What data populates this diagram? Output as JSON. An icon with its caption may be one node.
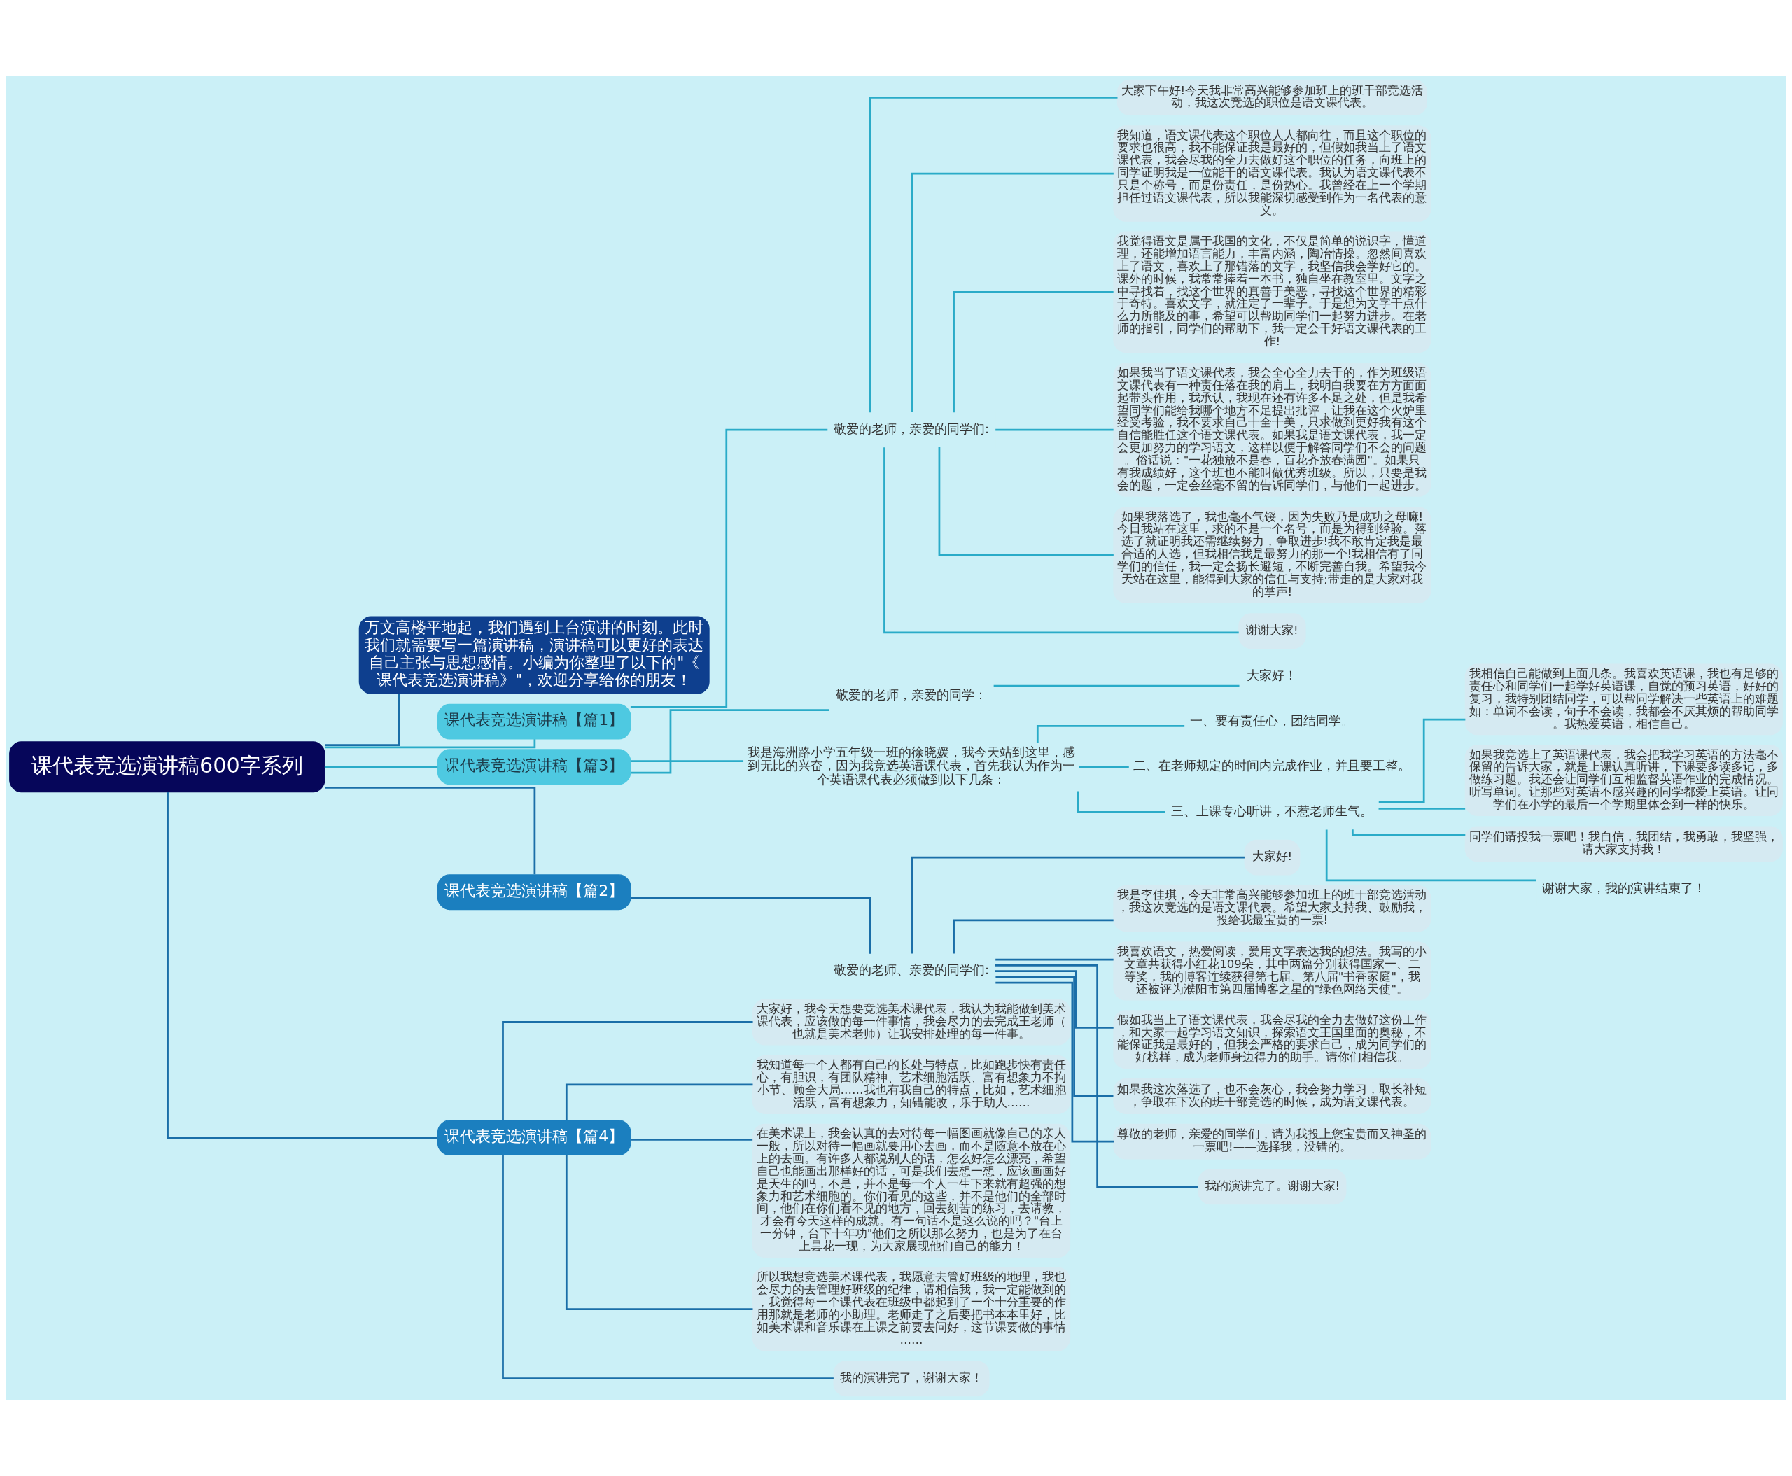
{
  "diagram": {
    "nodes": [
      {
        "text": [
          "课代表竞选演讲稿600字系列"
        ]
      },
      {
        "text": [
          "万文高楼平地起，我们遇到上台演讲的时刻。此时我们就需要写一篇演讲稿，演讲稿可以更好的表达自己主张与思想感情。小编为你整理了以下的\"《课代表竞选演讲稿》\"，欢迎分享给你的朋友！"
        ]
      },
      {
        "text": [
          "课代表竞选演讲稿【篇1】"
        ]
      },
      {
        "text": [
          "敬爱的老师，亲爱的同学们:"
        ]
      },
      {
        "text": [
          "大家下午好!今天我非常高兴能够参加班上的班干部竞选活动，我这次竞选的职位是语文课代表。"
        ]
      },
      {
        "text": [
          "我知道，语文课代表这个职位人人都向往，而且这个职位的要求也很高，我不能保证我是最好的，但假如我当上了语文课代表，我会尽我的全力去做好这个职位的任务，向班上的同学证明我是一位能干的语文课代表。我认为语文课代表不只是个称号，而是份责任，是份热心。我曾经在上一个学期担任过语文课代表，所以我能深切感受到作为一名代表的意义。"
        ]
      },
      {
        "text": [
          "我觉得语文是属于我国的文化，不仅是简单的说识字，懂道理，还能增加语言能力，丰富内涵，陶冶情操。忽然间喜欢上了语文，喜欢上了那错落的文字，我坚信我会学好它的。课外的时候，我常常捧着一本书，独自坐在教室里。文字之中寻找着，找这个世界的真善于美恶，寻找这个世界的精彩于奇特。喜欢文字，就注定了一辈子。于是想为文字干点什么力所能及的事，希望可以帮助同学们一起努力进步。在老师的指引，同学们的帮助下，我一定会干好语文课代表的工作!"
        ]
      },
      {
        "text": [
          "如果我当了语文课代表，我会全心全力去干的，作为班级语文课代表有一种责任落在我的肩上，我明白我要在方方面面起带头作用，我承认，我现在还有许多不足之处，但是我希望同学们能给我哪个地方不足提出批评，让我在这个火炉里经受考验，我不要求自己十全十美，只求做到更好我有这个自信能胜任这个语文课代表。如果我是语文课代表，我一定会更加努力的学习语文，这样以便于解答同学们不会的问题。俗话说：\"一花独放不是春，百花齐放春满园\"。如果只有我成绩好，这个班也不能叫做优秀班级。所以，只要是我会的题，一定会丝毫不留的告诉同学们，与他们一起进步。"
        ]
      },
      {
        "text": [
          "如果我落选了，我也毫不气馁，因为失败乃是成功之母嘛!今日我站在这里，求的不是一个名号，而是为得到经验。落选了就证明我还需继续努力，争取进步!我不敢肯定我是最合适的人选，但我相信我是最努力的那一个!我相信有了同学们的信任，我一定会扬长避短，不断完善自我。希望我今天站在这里，能得到大家的信任与支持;带走的是大家对我的掌声!"
        ]
      },
      {
        "text": [
          "谢谢大家!"
        ]
      },
      {
        "text": [
          "课代表竞选演讲稿【篇3】"
        ]
      },
      {
        "text": [
          "敬爱的老师，亲爱的同学："
        ]
      },
      {
        "text": [
          "大家好！"
        ]
      },
      {
        "text": [
          "我是海洲路小学五年级一班的徐晓媛，我今天站到这里，感到无比的兴奋，因为我竞选英语课代表，首先我认为作为一个英语课代表必须做到以下几条："
        ]
      },
      {
        "text": [
          "一、要有责任心，团结同学。"
        ]
      },
      {
        "text": [
          "二、在老师规定的时间内完成作业，并且要工整。"
        ]
      },
      {
        "text": [
          "三、上课专心听讲，不惹老师生气。"
        ]
      },
      {
        "text": [
          "我相信自己能做到上面几条。我喜欢英语课，我也有足够的责任心和同学们一起学好英语课，自觉的预习英语，好好的复习，我特别团结同学，可以帮同学解决一些英语上的难题如：单词不会读，句子不会读，我都会不厌其烦的帮助同学。我热爱英语，相信自己。"
        ]
      },
      {
        "text": [
          "如果我竞选上了英语课代表，我会把我学习英语的方法毫不保留的告诉大家，就是上课认真听讲，下课要多读多记，多做练习题。我还会让同学们互相监督英语作业的完成情况。听写单词。让那些对英语不感兴趣的同学都爱上英语。让同学们在小学的最后一个学期里体会到一样的快乐。"
        ]
      },
      {
        "text": [
          "同学们请投我一票吧！我自信，我团结，我勇敢，我坚强，请大家支持我！"
        ]
      },
      {
        "text": [
          "谢谢大家，我的演讲结束了！"
        ]
      },
      {
        "text": [
          "课代表竞选演讲稿【篇2】"
        ]
      },
      {
        "text": [
          "敬爱的老师、亲爱的同学们:"
        ]
      },
      {
        "text": [
          "大家好!"
        ]
      },
      {
        "text": [
          "我是李佳琪，今天非常高兴能够参加班上的班干部竞选活动，我这次竞选的是语文课代表。希望大家支持我、鼓励我，投给我最宝贵的一票!"
        ]
      },
      {
        "text": [
          "我喜欢语文，热爱阅读，爱用文字表达我的想法。我写的小文章共获得小红花109朵，其中两篇分别获得国家一、二等奖，我的博客连续获得第七届、第八届\"书香家庭\"，我还被评为濮阳市第四届博客之星的\"绿色网络天使\"。"
        ]
      },
      {
        "text": [
          "假如我当上了语文课代表，我会尽我的全力去做好这份工作，和大家一起学习语文知识，探索语文王国里面的奥秘，不能保证我是最好的，但我会严格的要求自己，成为同学们的好榜样，成为老师身边得力的助手。请你们相信我。"
        ]
      },
      {
        "text": [
          "如果我这次落选了，也不会灰心，我会努力学习，取长补短，争取在下次的班干部竞选的时候，成为语文课代表。"
        ]
      },
      {
        "text": [
          "尊敬的老师，亲爱的同学们，请为我投上您宝贵而又神圣的一票吧!——选择我，没错的。"
        ]
      },
      {
        "text": [
          "我的演讲完了。谢谢大家!"
        ]
      },
      {
        "text": [
          "课代表竞选演讲稿【篇4】"
        ]
      },
      {
        "text": [
          "大家好，我今天想要竞选美术课代表，我认为我能做到美术课代表，应该做的每一件事情，我会尽力的去完成王老师（也就是美术老师）让我安排处理的每一件事。"
        ]
      },
      {
        "text": [
          "我知道每一个人都有自己的长处与特点，比如跑步快有责任心，有胆识，有团队精神、艺术细胞活跃、富有想象力不拘小节、顾全大局……我也有我自己的特点，比如，艺术细胞活跃，富有想象力，知错能改，乐于助人……"
        ]
      },
      {
        "text": [
          "在美术课上，我会认真的去对待每一幅图画就像自己的亲人一般，所以对待一幅画就要用心去画，而不是随意不放在心上的去画。有许多人都说别人的话，怎么好怎么漂亮，希望自己也能画出那样好的话，可是我们去想一想，应该画画好是天生的吗，不是，并不是每一个人一生下来就有超强的想象力和艺术细胞的。你们看见的这些，并不是他们的全部时间，他们在你们看不见的地方，回去刻苦的练习，去请教，才会有今天这样的成就。有一句话不是这么说的吗？\"台上一分钟，台下十年功\"他们之所以那么努力，也是为了在台上昙花一现，为大家展现他们自己的能力！"
        ]
      },
      {
        "text": [
          "所以我想竞选美术课代表，我愿意去管好班级的地理，我也会尽力的去管理好班级的纪律，请相信我，我一定能做到的，我觉得每一个课代表在班级中都起到了一个十分重要的作用那就是老师的小助理。老师走了之后要把书本本里好，比如美术课和音乐课在上课之前要去问好，这节课要做的事情……"
        ]
      },
      {
        "text": [
          "我的演讲完了，谢谢大家！"
        ]
      }
    ],
    "edges": [
      {
        "from": 0,
        "to": 1,
        "arrow": "none",
        "color": "#1a6ea8"
      },
      {
        "from": 0,
        "to": 2,
        "arrow": "none"
      },
      {
        "from": 2,
        "to": 3,
        "arrow": "none"
      },
      {
        "from": 3,
        "to": 4,
        "arrow": "none"
      },
      {
        "from": 3,
        "to": 5,
        "arrow": "none"
      },
      {
        "from": 3,
        "to": 6,
        "arrow": "none"
      },
      {
        "from": 3,
        "to": 7,
        "arrow": "none"
      },
      {
        "from": 3,
        "to": 8,
        "arrow": "none"
      },
      {
        "from": 3,
        "to": 9,
        "arrow": "none"
      },
      {
        "from": 0,
        "to": 10,
        "arrow": "none"
      },
      {
        "from": 10,
        "to": 11,
        "arrow": "none"
      },
      {
        "from": 11,
        "to": 12,
        "arrow": "none"
      },
      {
        "from": 10,
        "to": 13,
        "arrow": "none"
      },
      {
        "from": 13,
        "to": 14,
        "arrow": "none"
      },
      {
        "from": 13,
        "to": 15,
        "arrow": "none"
      },
      {
        "from": 13,
        "to": 16,
        "arrow": "none"
      },
      {
        "from": 16,
        "to": 17,
        "arrow": "none"
      },
      {
        "from": 16,
        "to": 18,
        "arrow": "none"
      },
      {
        "from": 16,
        "to": 19,
        "arrow": "none"
      },
      {
        "from": 16,
        "to": 20,
        "arrow": "none"
      },
      {
        "from": 0,
        "to": 21,
        "arrow": "none",
        "color": "#1a6ea8"
      },
      {
        "from": 21,
        "to": 22,
        "arrow": "none",
        "color": "#1a6ea8"
      },
      {
        "from": 22,
        "to": 23,
        "arrow": "none",
        "color": "#1a6ea8"
      },
      {
        "from": 22,
        "to": 24,
        "arrow": "none",
        "color": "#1a6ea8"
      },
      {
        "from": 22,
        "to": 25,
        "arrow": "none",
        "color": "#1a6ea8"
      },
      {
        "from": 22,
        "to": 26,
        "arrow": "none",
        "color": "#1a6ea8"
      },
      {
        "from": 22,
        "to": 27,
        "arrow": "none",
        "color": "#1a6ea8"
      },
      {
        "from": 22,
        "to": 28,
        "arrow": "none",
        "color": "#1a6ea8"
      },
      {
        "from": 22,
        "to": 29,
        "arrow": "none",
        "color": "#1a6ea8"
      },
      {
        "from": 0,
        "to": 30,
        "arrow": "none",
        "color": "#1a6ea8"
      },
      {
        "from": 30,
        "to": 31,
        "arrow": "none",
        "color": "#1a6ea8"
      },
      {
        "from": 30,
        "to": 32,
        "arrow": "none",
        "color": "#1a6ea8"
      },
      {
        "from": 30,
        "to": 33,
        "arrow": "none",
        "color": "#1a6ea8"
      },
      {
        "from": 30,
        "to": 34,
        "arrow": "none",
        "color": "#1a6ea8"
      },
      {
        "from": 30,
        "to": 35,
        "arrow": "none",
        "color": "#1a6ea8"
      }
    ]
  }
}
